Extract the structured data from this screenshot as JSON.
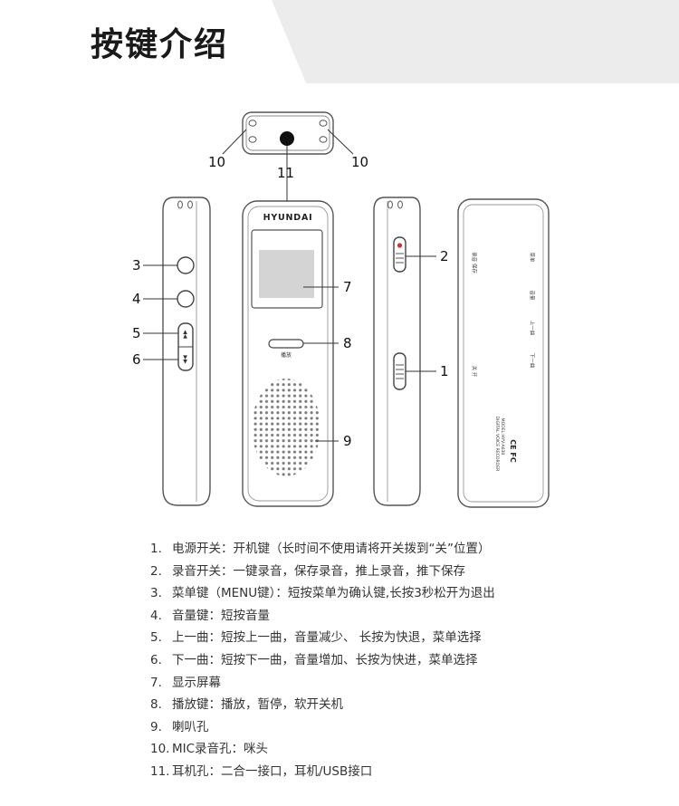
{
  "title": "按键介绍",
  "device": {
    "brand": "HYUNDAI",
    "play_label": "播放",
    "back_texts": {
      "record_save": "录音 保存",
      "off_on": "关 开",
      "menu": "菜单",
      "volume": "音量",
      "prev": "上一曲",
      "next": "下一曲",
      "product_line1": "DIGITAL VOICE RECORDER",
      "product_line2": "MODEL:HYV-A630",
      "product_marks": "CE FC"
    }
  },
  "callouts": {
    "c1": "1",
    "c2": "2",
    "c3": "3",
    "c4": "4",
    "c5": "5",
    "c6": "6",
    "c7": "7",
    "c8": "8",
    "c9": "9",
    "c10_left": "10",
    "c10_right": "10",
    "c11": "11"
  },
  "items": [
    {
      "num": "1.",
      "text": "电源开关：开机键（长时间不使用请将开关拨到“关”位置）"
    },
    {
      "num": "2.",
      "text": "录音开关：一键录音，保存录音，推上录音，推下保存"
    },
    {
      "num": "3.",
      "text": "菜单键（MENU键）：短按菜单为确认键,长按3秒松开为退出"
    },
    {
      "num": "4.",
      "text": "音量键：短按音量"
    },
    {
      "num": "5.",
      "text": "上一曲：短按上一曲，音量减少、 长按为快退，菜单选择"
    },
    {
      "num": "6.",
      "text": "下一曲：短按下一曲，音量增加、长按为快进，菜单选择"
    },
    {
      "num": "7.",
      "text": "显示屏幕"
    },
    {
      "num": "8.",
      "text": "播放键：播放，暂停，软开关机"
    },
    {
      "num": "9.",
      "text": "喇叭孔"
    },
    {
      "num": "10.",
      "text": "MIC录音孔：咪头"
    },
    {
      "num": "11.",
      "text": "耳机孔：二合一接口，耳机/USB接口"
    }
  ],
  "colors": {
    "header_gray": "#ececec",
    "outline": "#555555",
    "record_dot": "#d0312d"
  }
}
